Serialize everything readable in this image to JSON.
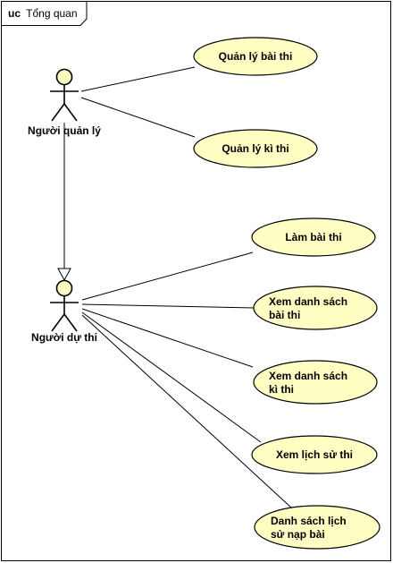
{
  "frame": {
    "keyword": "uc",
    "name": "Tổng quan"
  },
  "actors": {
    "manager": {
      "label": "Người quản lý"
    },
    "candidate": {
      "label": "Người dự thi"
    }
  },
  "use_cases": {
    "manage_exams": {
      "lines": [
        "Quản lý bài thi"
      ]
    },
    "manage_sessions": {
      "lines": [
        "Quản lý kì thi"
      ]
    },
    "take_exam": {
      "lines": [
        "Làm bài thi"
      ]
    },
    "view_exam_list": {
      "lines": [
        "Xem danh sách",
        "bài thi"
      ]
    },
    "view_session_list": {
      "lines": [
        "Xem danh sách",
        "kì thi"
      ]
    },
    "view_history": {
      "lines": [
        "Xem lịch sử thi"
      ]
    },
    "submission_history": {
      "lines": [
        "Danh sách lịch",
        "sử nạp bài"
      ]
    }
  },
  "colors": {
    "use_case_fill": "#ffffc4",
    "line": "#000000",
    "background": "#ffffff"
  }
}
